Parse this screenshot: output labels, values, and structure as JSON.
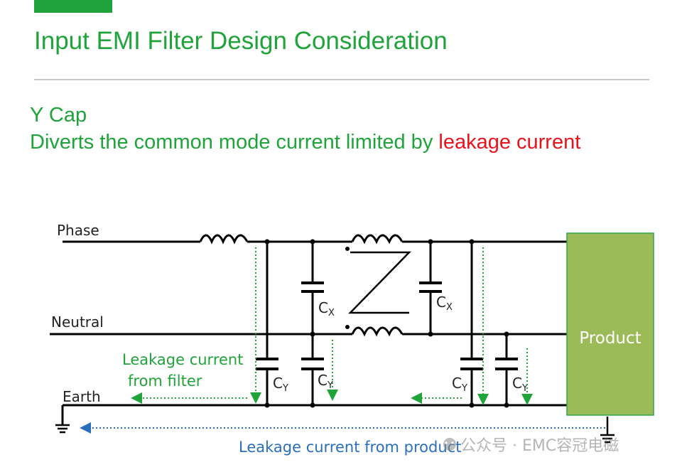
{
  "slide": {
    "title": "Input EMI Filter Design Consideration",
    "heading": "Y Cap",
    "description_prefix": "Diverts the common mode current limited by ",
    "description_highlight": "leakage current"
  },
  "diagram": {
    "lines": {
      "phase": "Phase",
      "neutral": "Neutral",
      "earth": "Earth"
    },
    "product_label": "Product",
    "cap_labels": {
      "cx_main": "C",
      "cx_sub": "X",
      "cy_main": "C",
      "cy_sub": "Y"
    },
    "annotations": {
      "filter_leak_line1": "Leakage current",
      "filter_leak_line2": "from filter",
      "product_leak": "Leakage current from product"
    },
    "watermark": "公众号 · EMC容冠电磁"
  },
  "colors": {
    "accent_green": "#1fa33a",
    "highlight_red": "#e8141b",
    "product_fill": "#9bbb59",
    "product_border": "#2fa84a",
    "leak_blue": "#2a6fbb",
    "wire": "#000000"
  }
}
